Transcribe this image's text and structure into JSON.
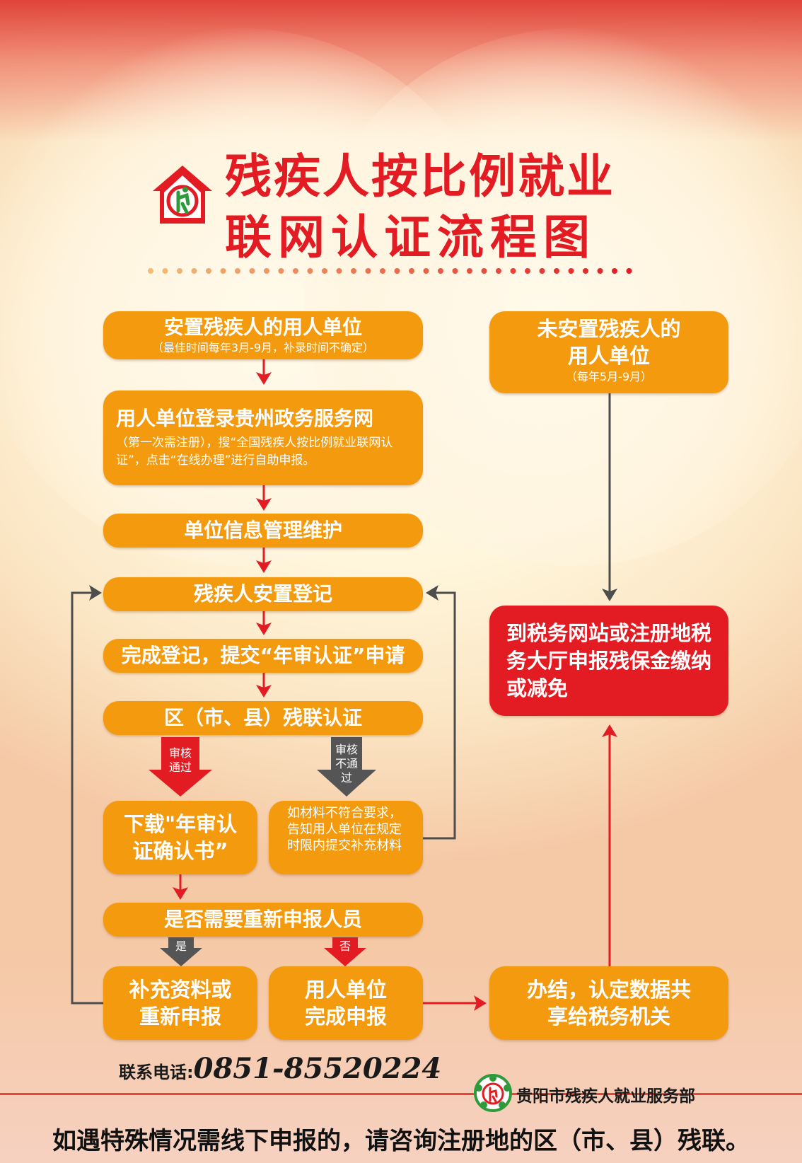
{
  "title": {
    "line1": "残疾人按比例就业",
    "line2": "联网认证流程图"
  },
  "boxes": {
    "employer_placed": {
      "main": "安置残疾人的用人单位",
      "sub": "（最佳时间每年3月-9月，补录时间不确定）"
    },
    "login": {
      "main": "用人单位登录贵州政务服务网",
      "sub": "（第一次需注册），搜“全国残疾人按比例就业联网认证”，点击“在线办理”进行自助申报。"
    },
    "info_maintain": {
      "main": "单位信息管理维护"
    },
    "register": {
      "main": "残疾人安置登记"
    },
    "submit": {
      "main": "完成登记，提交“年审认证”申请"
    },
    "district_cert": {
      "main": "区（市、县）残联认证"
    },
    "download": {
      "main": "下载\"年审认证确认书”"
    },
    "reject_note": {
      "main": "如材料不符合要求，告知用人单位在规定时限内提交补充材料"
    },
    "redeclare_q": {
      "main": "是否需要重新申报人员"
    },
    "supplement": {
      "main": "补充资料或重新申报"
    },
    "complete": {
      "main": "用人单位完成申报"
    },
    "employer_not_placed": {
      "main": "未安置残疾人的用人单位",
      "sub": "（每年5月-9月）"
    },
    "tax_declare": {
      "main": "到税务网站或注册地税务大厅申报残保金缴纳或减免"
    },
    "finish_share": {
      "main": "办结，认定数据共享给税务机关"
    }
  },
  "tags": {
    "approved": "审核通过",
    "rejected": "审核不通过",
    "yes": "是",
    "no": "否"
  },
  "footer": {
    "phone_label": "联系电话:",
    "phone_number": "0851-85520224",
    "organization": "贵阳市残疾人就业服务部",
    "notice": "如遇特殊情况需线下申报的，请咨询注册地的区（市、县）残联。"
  },
  "colors": {
    "orange": "#f39a0e",
    "red": "#e31c24",
    "gray": "#555555"
  }
}
